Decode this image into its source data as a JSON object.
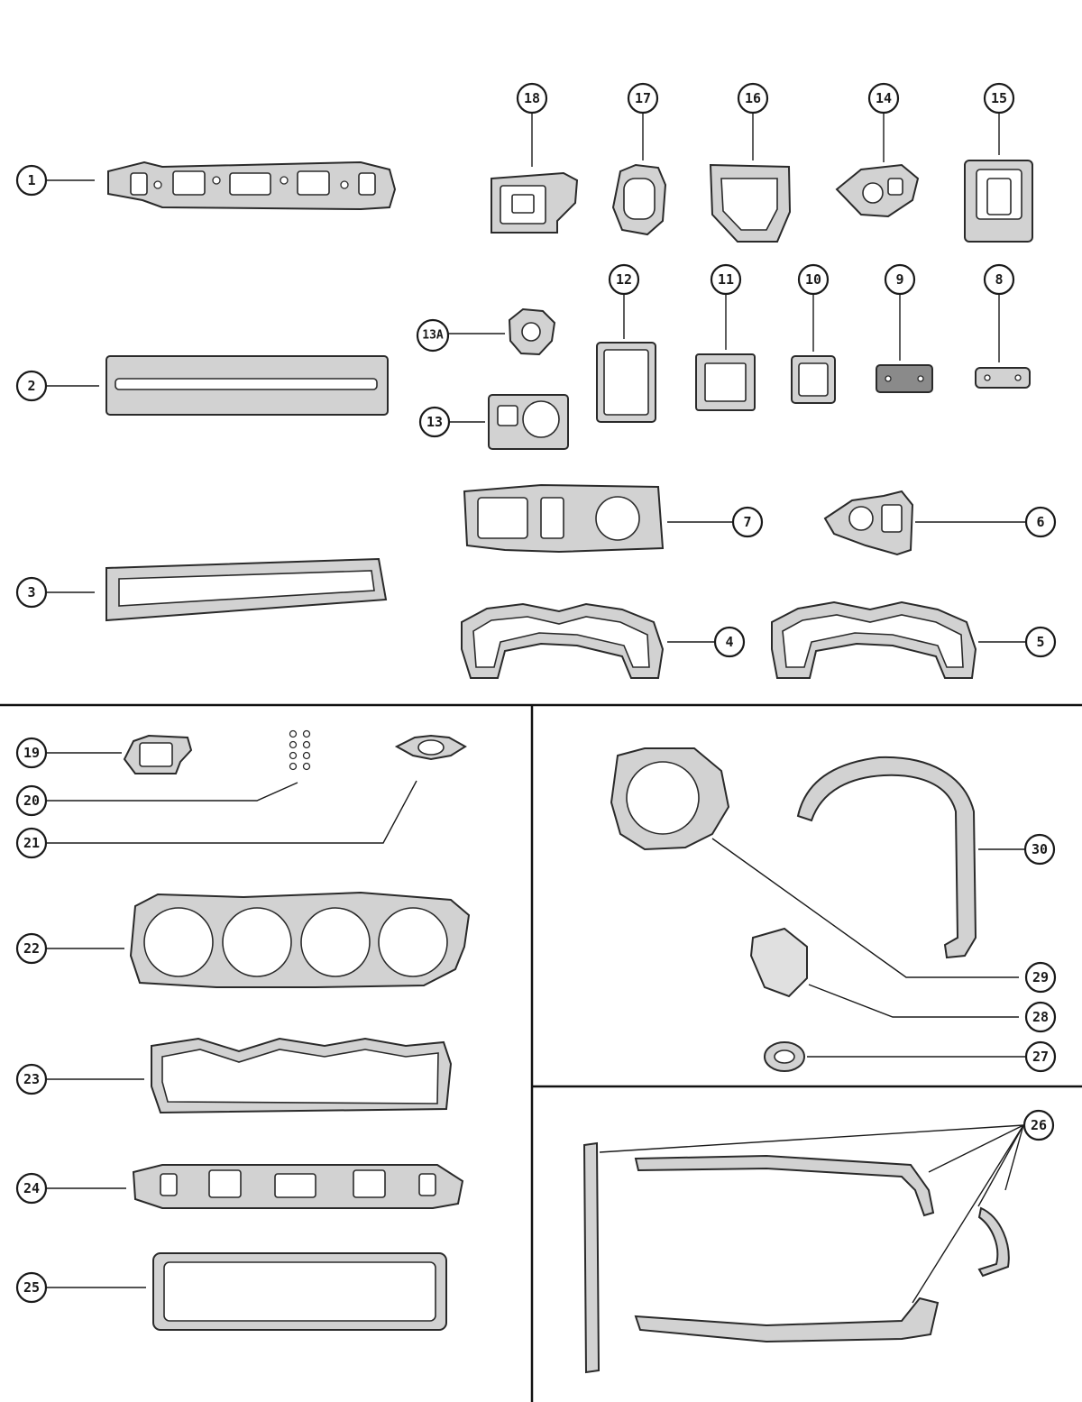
{
  "callouts": [
    {
      "id": "1",
      "label": "1"
    },
    {
      "id": "2",
      "label": "2"
    },
    {
      "id": "3",
      "label": "3"
    },
    {
      "id": "4",
      "label": "4"
    },
    {
      "id": "5",
      "label": "5"
    },
    {
      "id": "6",
      "label": "6"
    },
    {
      "id": "7",
      "label": "7"
    },
    {
      "id": "8",
      "label": "8"
    },
    {
      "id": "9",
      "label": "9"
    },
    {
      "id": "10",
      "label": "10"
    },
    {
      "id": "11",
      "label": "11"
    },
    {
      "id": "12",
      "label": "12"
    },
    {
      "id": "13",
      "label": "13"
    },
    {
      "id": "13A",
      "label": "13A"
    },
    {
      "id": "14",
      "label": "14"
    },
    {
      "id": "15",
      "label": "15"
    },
    {
      "id": "16",
      "label": "16"
    },
    {
      "id": "17",
      "label": "17"
    },
    {
      "id": "18",
      "label": "18"
    },
    {
      "id": "19",
      "label": "19"
    },
    {
      "id": "20",
      "label": "20"
    },
    {
      "id": "21",
      "label": "21"
    },
    {
      "id": "22",
      "label": "22"
    },
    {
      "id": "23",
      "label": "23"
    },
    {
      "id": "24",
      "label": "24"
    },
    {
      "id": "25",
      "label": "25"
    },
    {
      "id": "26",
      "label": "26"
    },
    {
      "id": "27",
      "label": "27"
    },
    {
      "id": "28",
      "label": "28"
    },
    {
      "id": "29",
      "label": "29"
    },
    {
      "id": "30",
      "label": "30"
    }
  ],
  "colors": {
    "ink": "#1a1a1a",
    "gasket_fill": "#d2d2d2",
    "paper": "#ffffff"
  }
}
